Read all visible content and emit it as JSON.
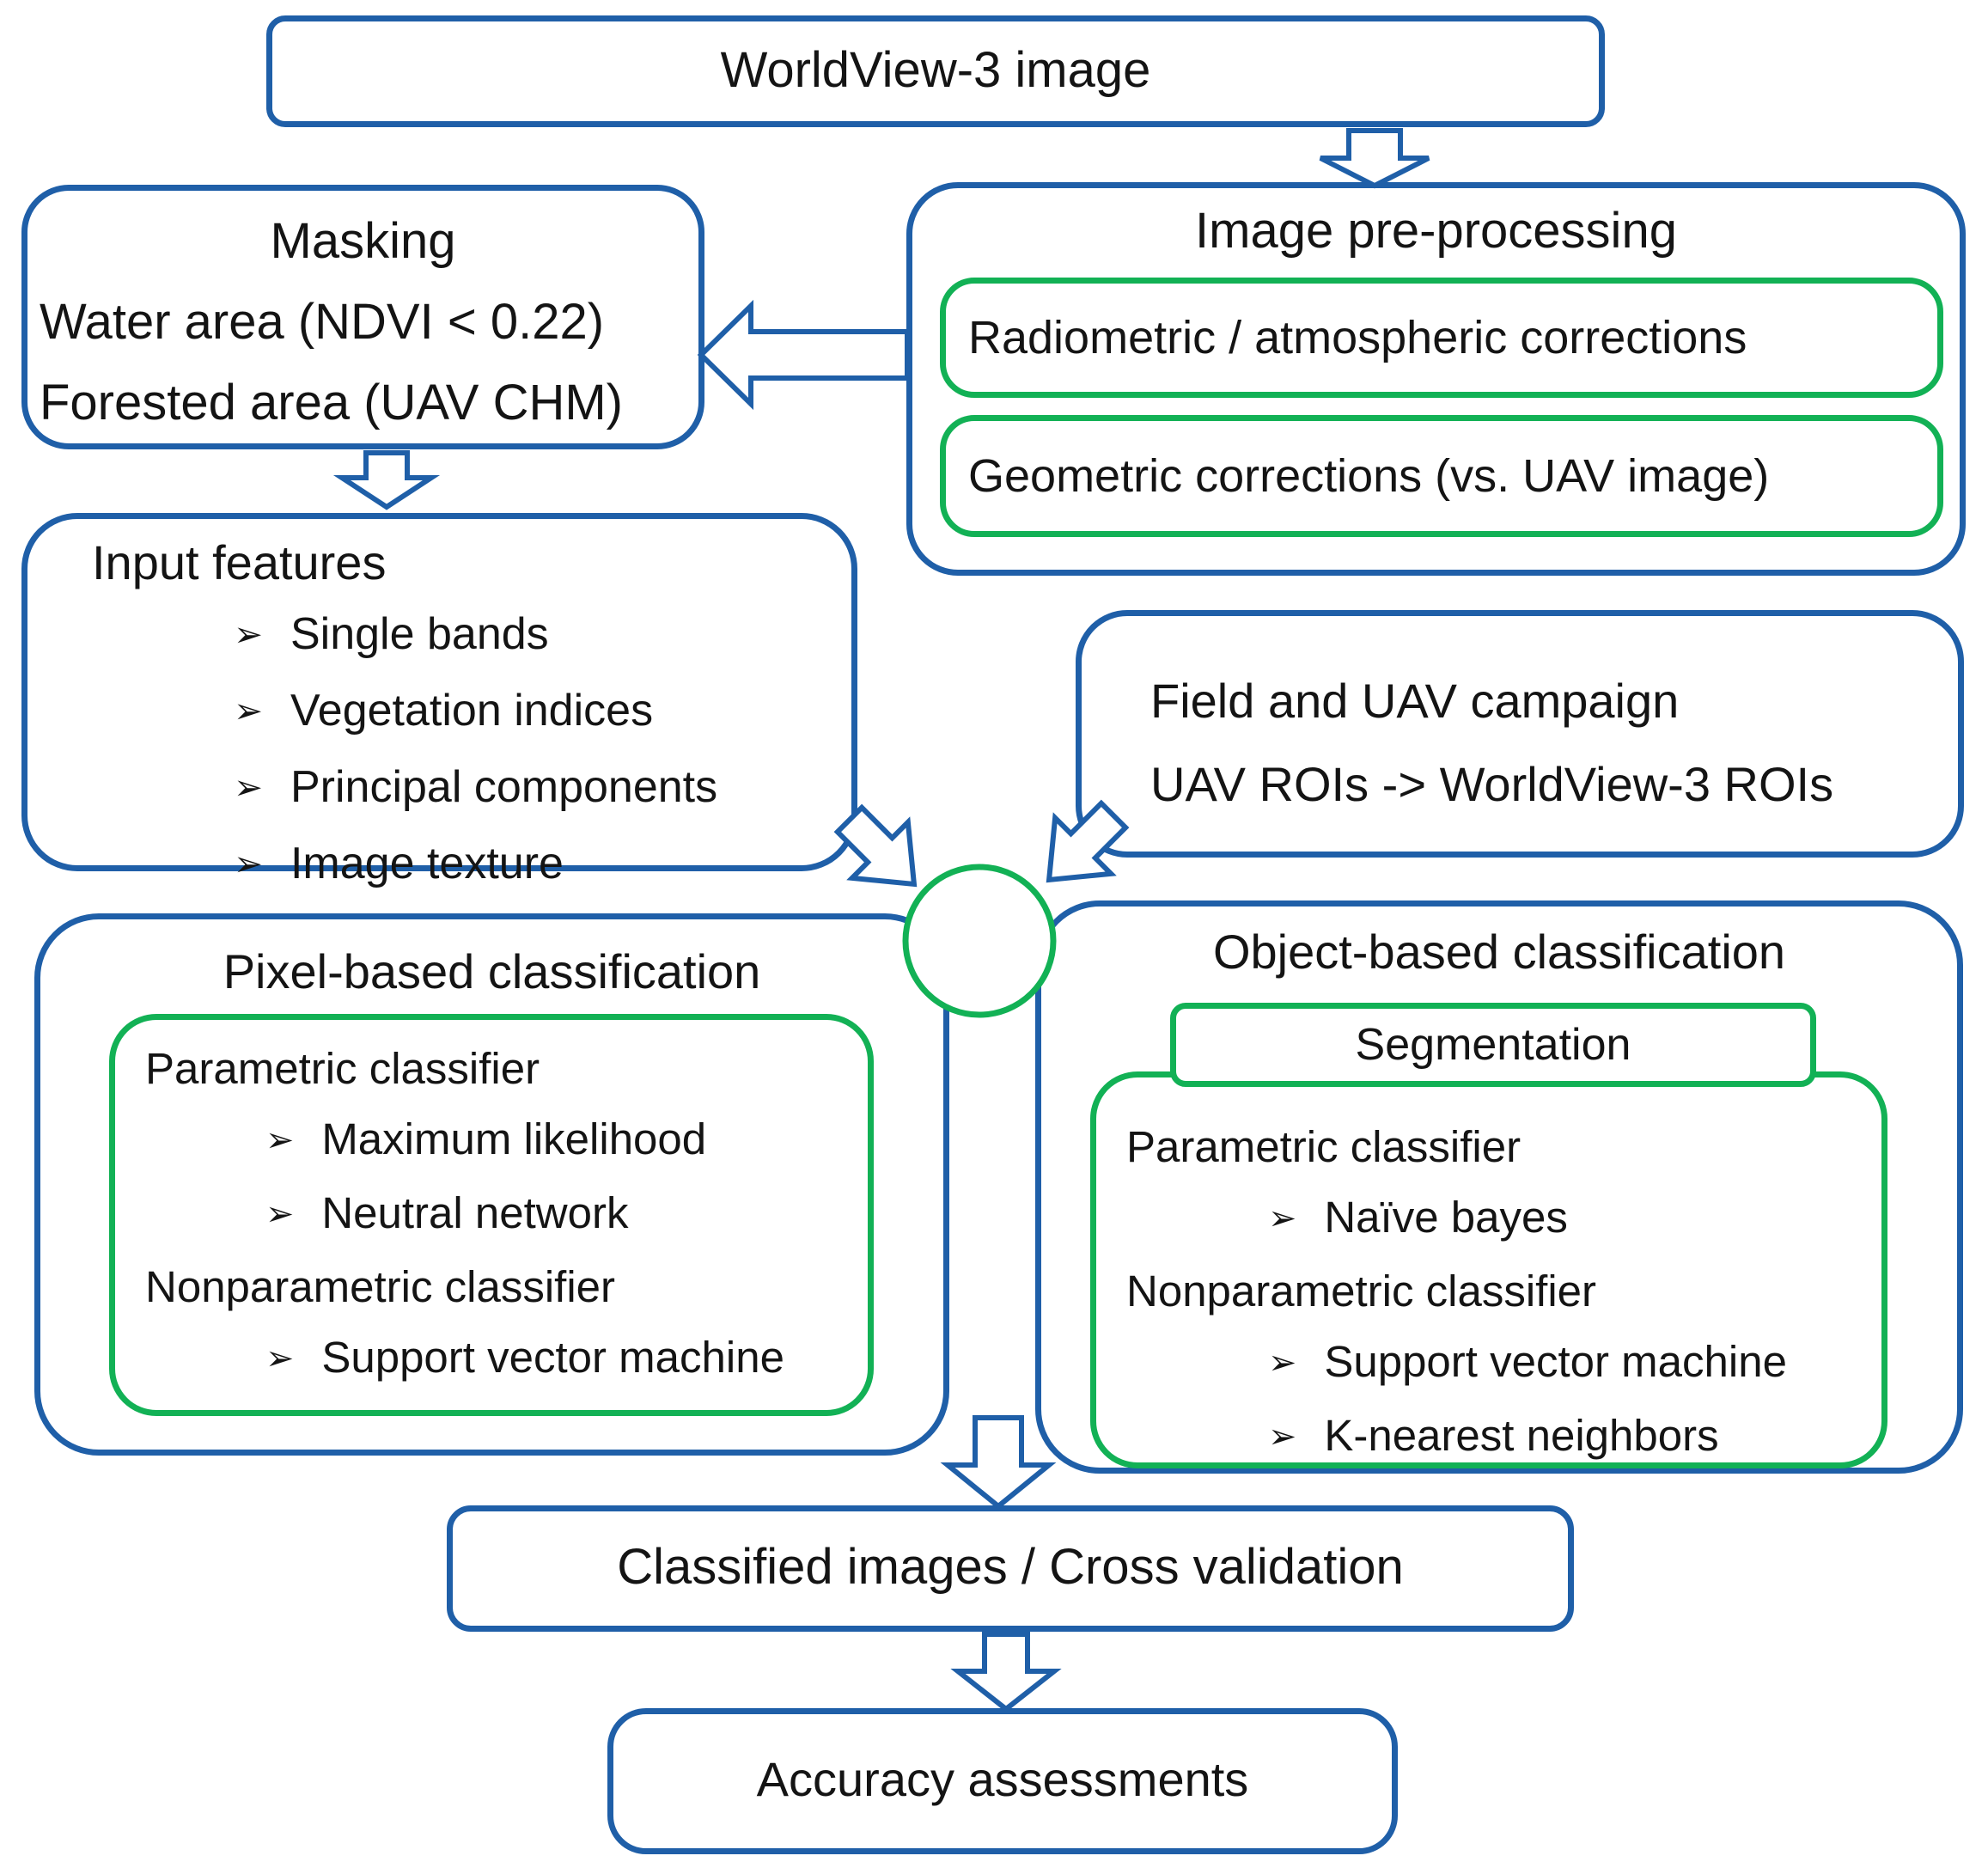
{
  "colors": {
    "blue": "#1f5fa8",
    "green": "#12b155",
    "ink": "#141414",
    "bg": "#ffffff"
  },
  "glyphs": {
    "bullet": "➢"
  },
  "nodes": {
    "worldview": {
      "label": "WorldView-3 image"
    },
    "masking": {
      "title": "Masking",
      "lines": [
        "Water area (NDVI < 0.22)",
        "Forested area (UAV CHM)"
      ]
    },
    "preprocessing": {
      "title": "Image pre-processing",
      "steps": [
        "Radiometric / atmospheric corrections",
        "Geometric corrections (vs. UAV image)"
      ]
    },
    "input_features": {
      "title": "Input features",
      "items": [
        "Single bands",
        "Vegetation indices",
        "Principal components",
        "Image texture"
      ]
    },
    "field_campaign": {
      "lines": [
        "Field and UAV campaign",
        "UAV ROIs -> WorldView-3 ROIs"
      ]
    },
    "pixel_based": {
      "title": "Pixel-based classification",
      "param_header": "Parametric classifier",
      "param_items": [
        "Maximum likelihood",
        "Neutral network"
      ],
      "nonparam_header": "Nonparametric classifier",
      "nonparam_items": [
        "Support vector machine"
      ]
    },
    "object_based": {
      "title": "Object-based classification",
      "segmentation": "Segmentation",
      "param_header": "Parametric classifier",
      "param_items": [
        "Naïve bayes"
      ],
      "nonparam_header": "Nonparametric classifier",
      "nonparam_items": [
        "Support vector machine",
        "K-nearest neighbors"
      ]
    },
    "classified": {
      "label": "Classified images / Cross validation"
    },
    "accuracy": {
      "label": "Accuracy assessments"
    }
  }
}
